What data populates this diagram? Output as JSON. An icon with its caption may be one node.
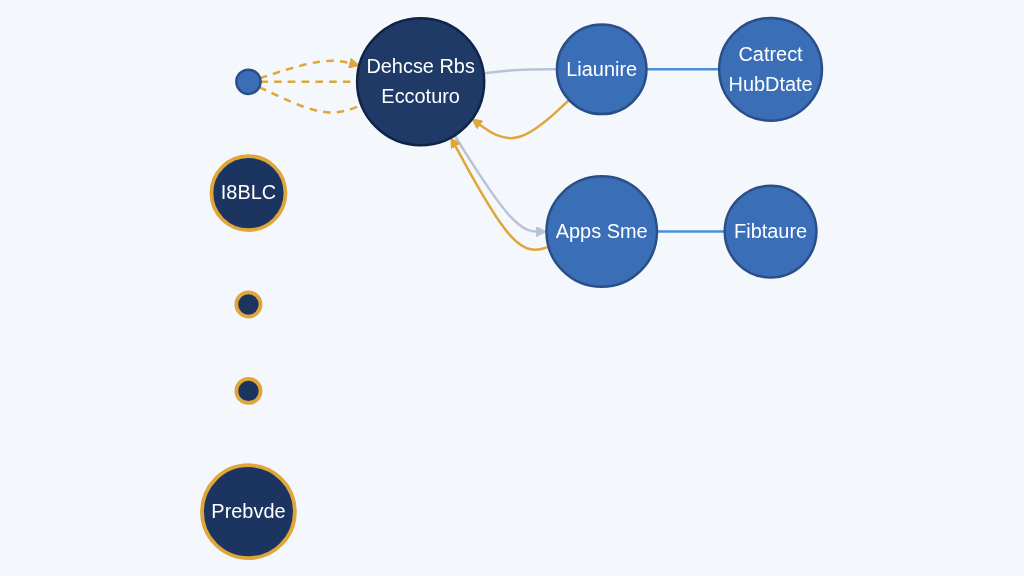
{
  "diagram": {
    "nodes": [
      {
        "text": [],
        "shape": "circle"
      },
      {
        "text": [
          "Dehcse Rbs",
          "Eccoturo"
        ]
      },
      {
        "text": [
          "Liaunire"
        ]
      },
      {
        "text": [
          "Catrect",
          "HubDtate"
        ]
      },
      {
        "text": [
          "I8BLC"
        ]
      },
      {
        "text": [],
        "shape": "circle"
      },
      {
        "text": [],
        "shape": "circle"
      },
      {
        "text": [
          "Apps Sme"
        ]
      },
      {
        "text": [
          "Fibtaure"
        ]
      },
      {
        "text": [
          "Prebvde"
        ]
      }
    ],
    "edges": [
      {
        "from": 0,
        "to": 1,
        "arrow": "to",
        "style": "dashed"
      },
      {
        "from": 0,
        "to": 1,
        "arrow": "none",
        "style": "dashed"
      },
      {
        "from": 0,
        "to": 1,
        "arrow": "none",
        "style": "dashed"
      },
      {
        "from": 2,
        "to": 1,
        "arrow": "to"
      },
      {
        "from": 1,
        "to": 2,
        "arrow": "none",
        "color": "#b8c4d6"
      },
      {
        "from": 1,
        "to": 7,
        "arrow": "to",
        "color": "#b8c4d6"
      },
      {
        "from": 7,
        "to": 1,
        "arrow": "to"
      },
      {
        "from": 2,
        "to": 3,
        "arrow": "none",
        "color": "#4a90d9"
      },
      {
        "from": 7,
        "to": 8,
        "arrow": "none",
        "color": "#4a90d9"
      }
    ]
  }
}
